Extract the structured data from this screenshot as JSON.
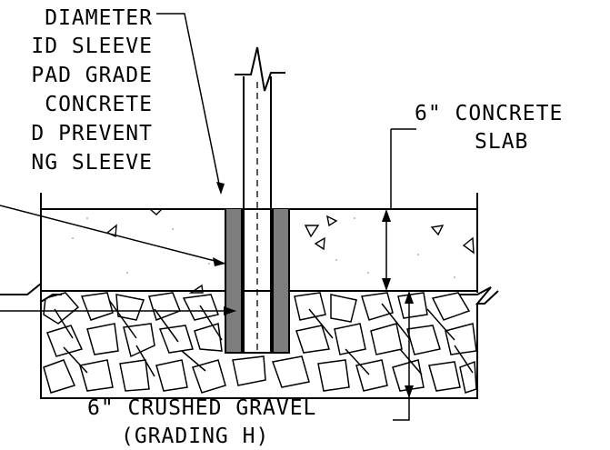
{
  "labels": {
    "left_note": [
      "DIAMETER",
      "ID SLEEVE",
      "PAD GRADE",
      "CONCRETE",
      "D PREVENT",
      "NG SLEEVE"
    ],
    "slab_note": [
      "6\" CONCRETE",
      "SLAB"
    ],
    "gravel_note": [
      "6\" CRUSHED GRAVEL",
      "(GRADING H)"
    ]
  },
  "colors": {
    "line": "#000000",
    "sleeve_fill": "#7d7d7d",
    "background": "#ffffff"
  }
}
